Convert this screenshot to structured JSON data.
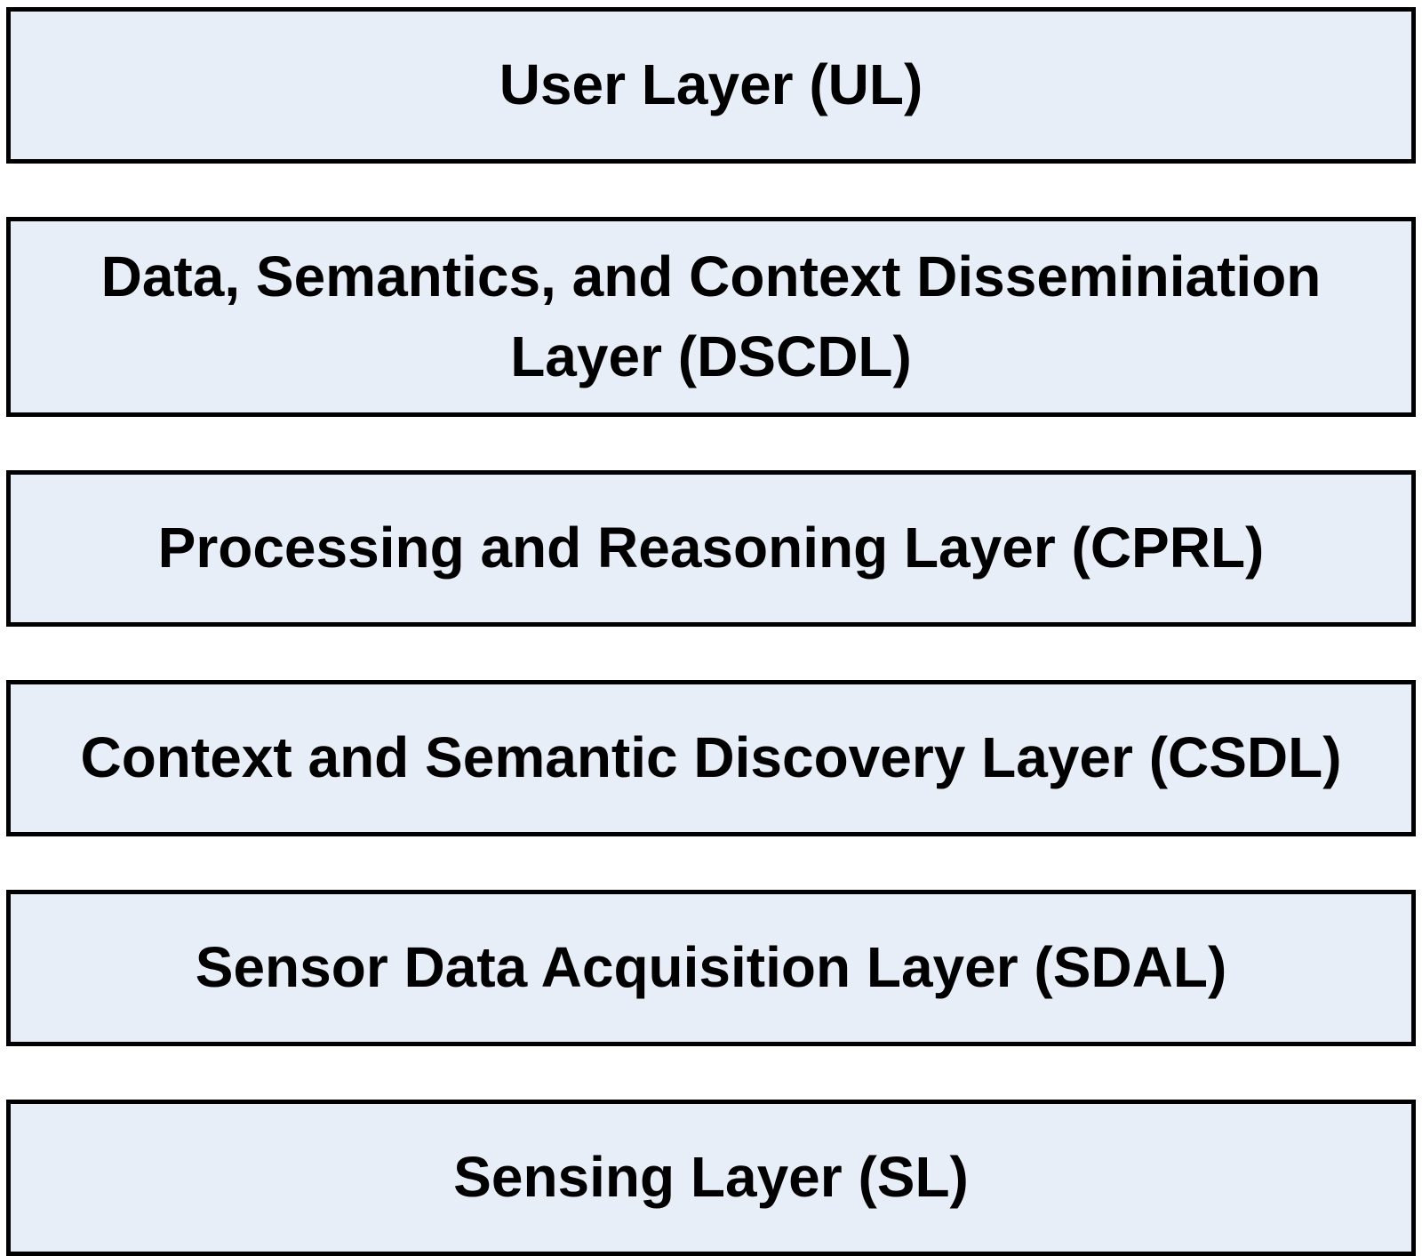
{
  "diagram": {
    "type": "layered-architecture-stack",
    "colors": {
      "box_fill": "#e8eef7",
      "box_border": "#000000",
      "text": "#000000",
      "page_background": "#ffffff"
    },
    "layers": [
      {
        "id": "ul",
        "label": "User Layer (UL)"
      },
      {
        "id": "dscdl",
        "label": "Data, Semantics, and Context Disseminiation Layer (DSCDL)"
      },
      {
        "id": "cprl",
        "label": "Processing and Reasoning Layer (CPRL)"
      },
      {
        "id": "csdl",
        "label": "Context and Semantic Discovery Layer (CSDL)"
      },
      {
        "id": "sdal",
        "label": "Sensor Data Acquisition Layer (SDAL)"
      },
      {
        "id": "sl",
        "label": "Sensing Layer (SL)"
      }
    ]
  }
}
